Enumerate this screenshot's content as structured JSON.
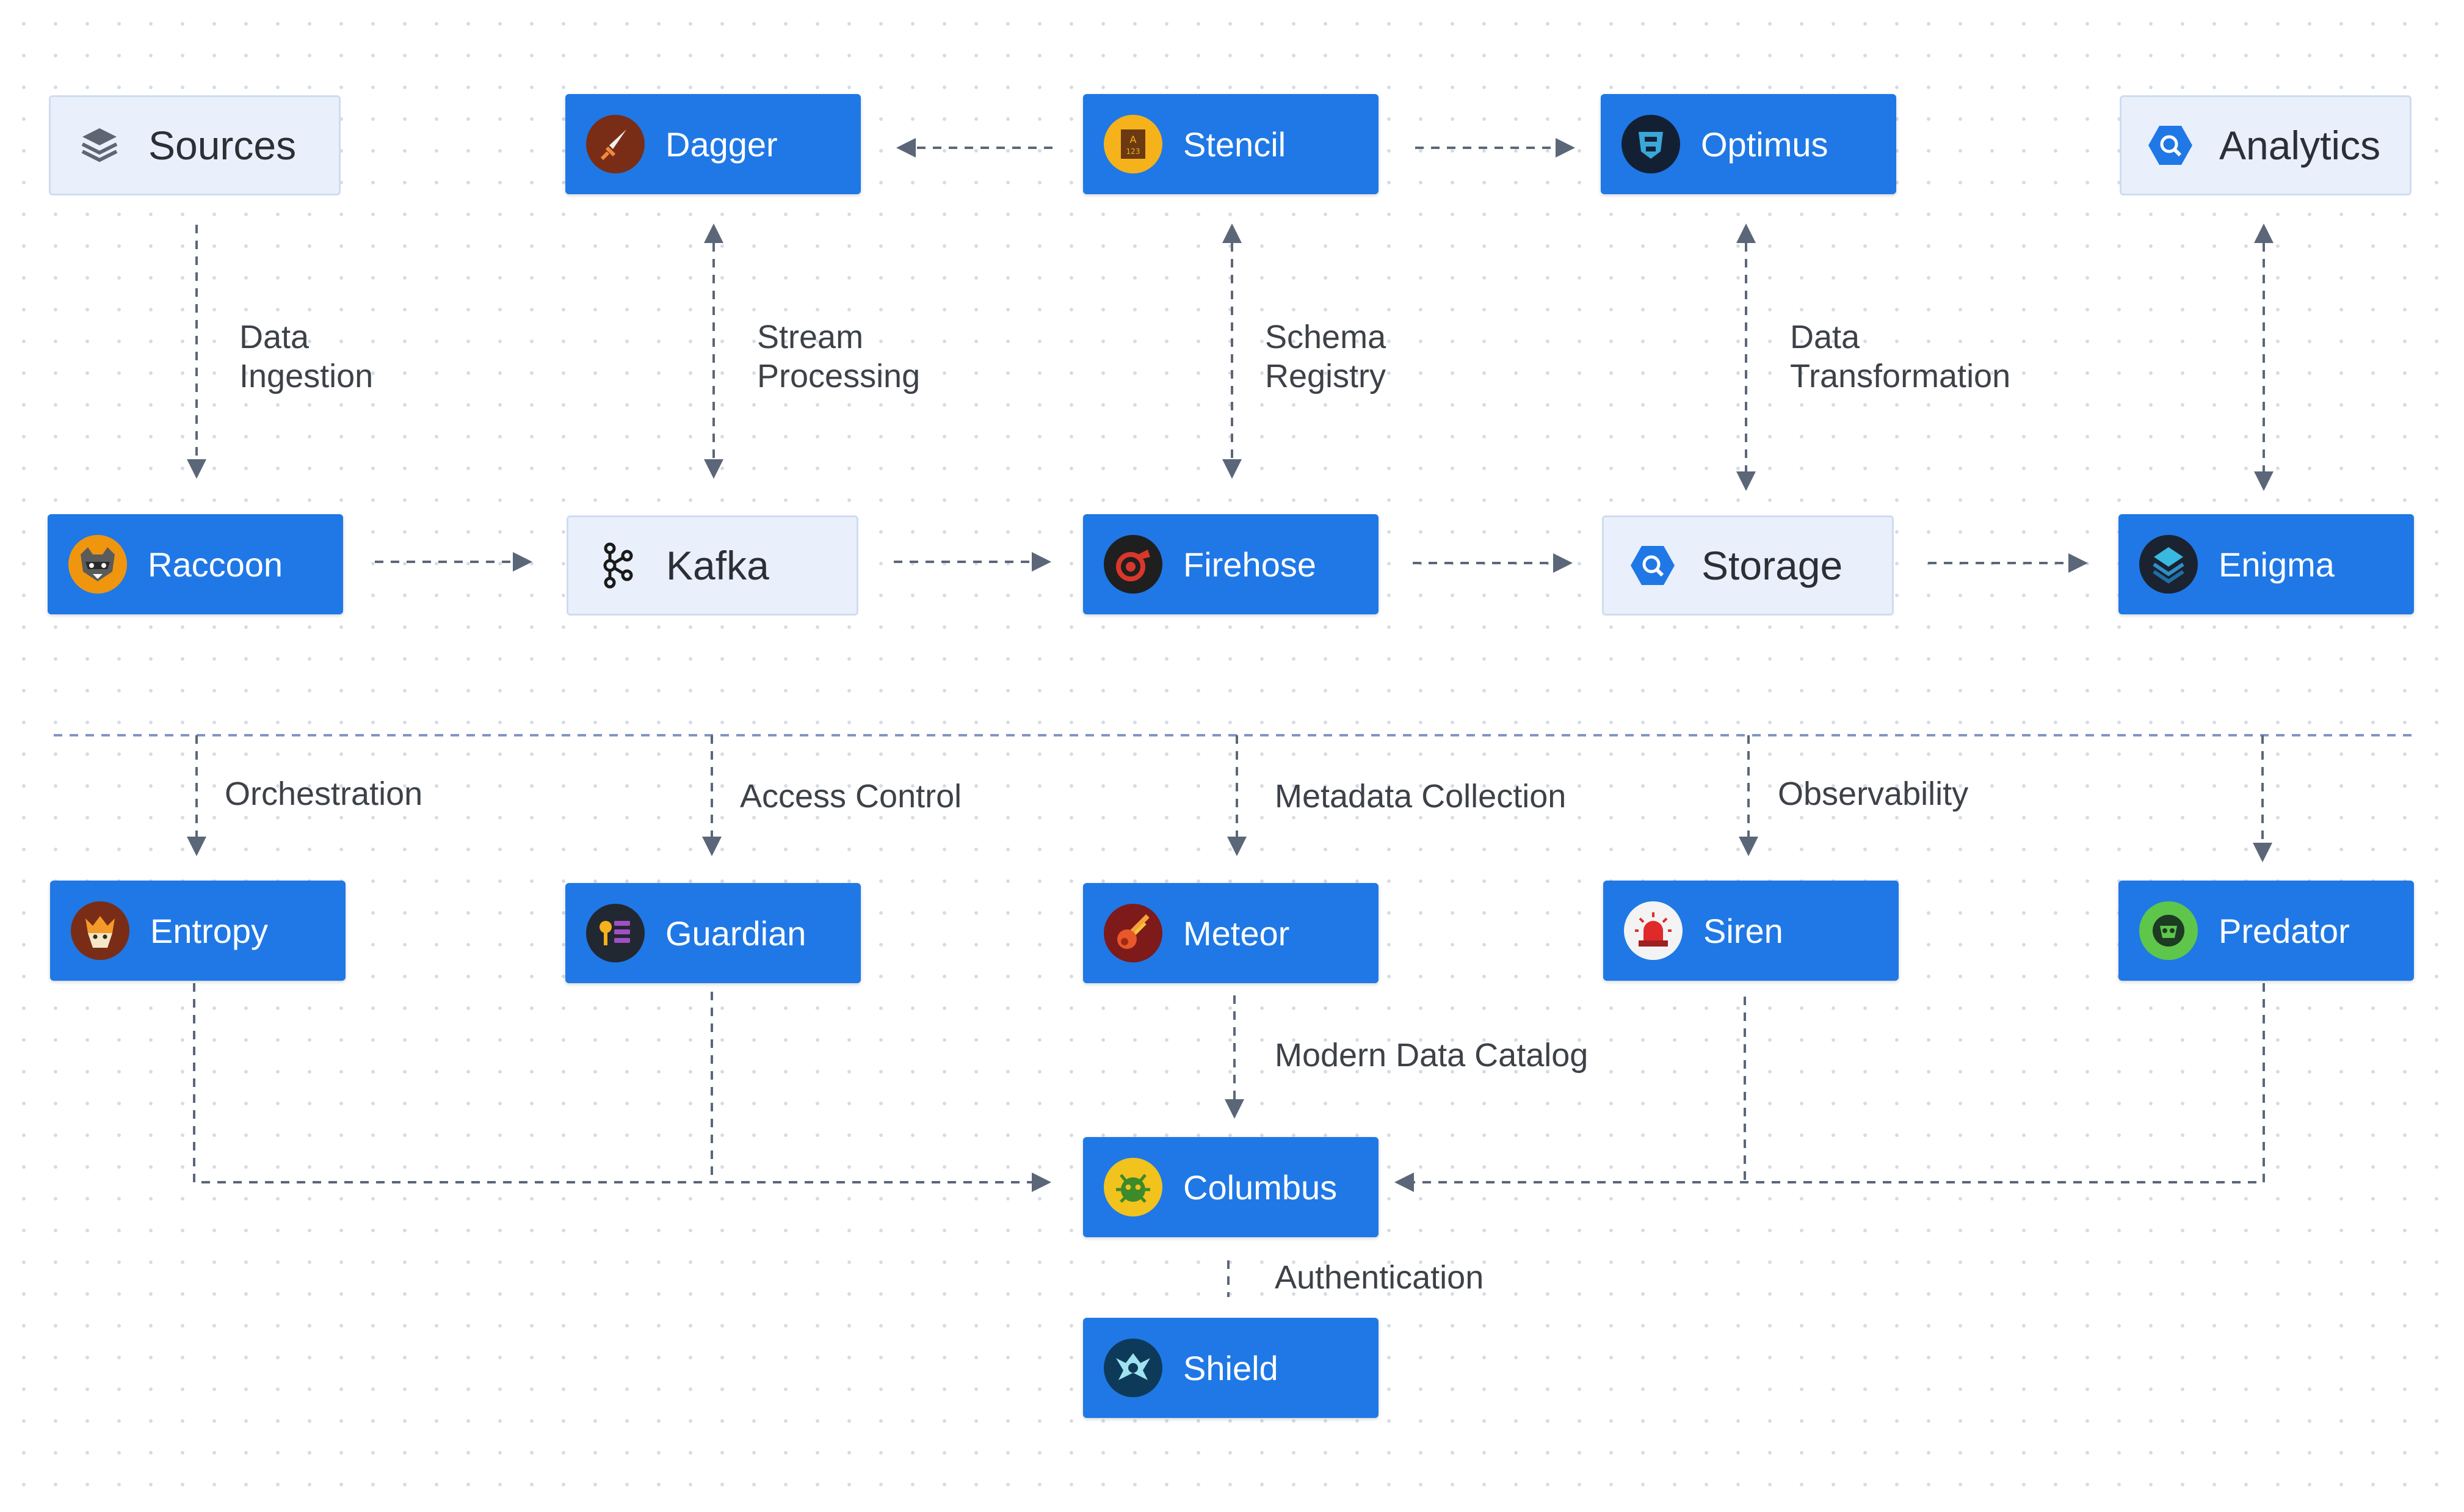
{
  "nodes": {
    "sources": {
      "label": "Sources",
      "icon": "layers-icon"
    },
    "dagger": {
      "label": "Dagger",
      "icon": "dagger-icon"
    },
    "stencil": {
      "label": "Stencil",
      "icon": "stencil-icon"
    },
    "optimus": {
      "label": "Optimus",
      "icon": "optimus-icon"
    },
    "analytics": {
      "label": "Analytics",
      "icon": "bigquery-icon"
    },
    "raccoon": {
      "label": "Raccoon",
      "icon": "raccoon-icon"
    },
    "kafka": {
      "label": "Kafka",
      "icon": "kafka-icon"
    },
    "firehose": {
      "label": "Firehose",
      "icon": "firehose-icon"
    },
    "storage": {
      "label": "Storage",
      "icon": "bigquery-icon"
    },
    "enigma": {
      "label": "Enigma",
      "icon": "enigma-icon"
    },
    "entropy": {
      "label": "Entropy",
      "icon": "entropy-icon"
    },
    "guardian": {
      "label": "Guardian",
      "icon": "guardian-icon"
    },
    "meteor": {
      "label": "Meteor",
      "icon": "meteor-icon"
    },
    "siren": {
      "label": "Siren",
      "icon": "siren-icon"
    },
    "predator": {
      "label": "Predator",
      "icon": "predator-icon"
    },
    "columbus": {
      "label": "Columbus",
      "icon": "columbus-icon"
    },
    "shield": {
      "label": "Shield",
      "icon": "shield-icon"
    }
  },
  "edge_labels": {
    "data_ingestion": {
      "line1": "Data",
      "line2": "Ingestion"
    },
    "stream_processing": {
      "line1": "Stream",
      "line2": "Processing"
    },
    "schema_registry": {
      "line1": "Schema",
      "line2": "Registry"
    },
    "data_transformation": {
      "line1": "Data",
      "line2": "Transformation"
    },
    "orchestration": "Orchestration",
    "access_control": "Access Control",
    "metadata_collection": "Metadata Collection",
    "observability": "Observability",
    "modern_data_catalog": "Modern Data Catalog",
    "authentication": "Authentication"
  },
  "colors": {
    "node_blue": "#1f78e6",
    "node_light": "#e9f0fb",
    "edge": "#5b6778",
    "divider": "#7f95c4"
  }
}
